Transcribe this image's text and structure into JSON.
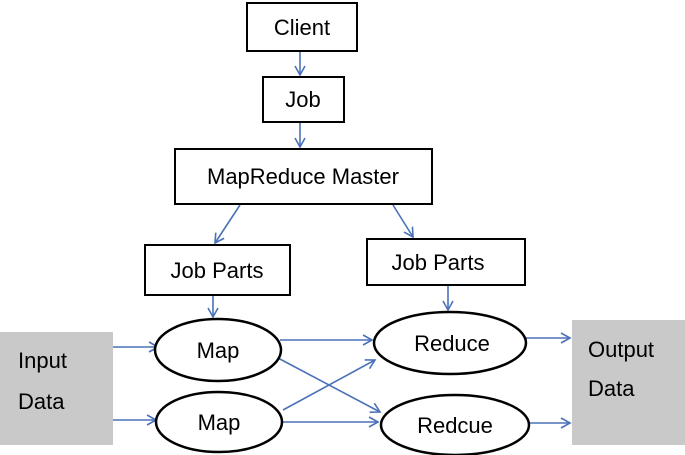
{
  "nodes": {
    "client": "Client",
    "job": "Job",
    "master": "MapReduce Master",
    "job_parts_left": "Job Parts",
    "job_parts_right": "Job Parts",
    "map_top": "Map",
    "map_bottom": "Map",
    "reduce_top": "Reduce",
    "reduce_bottom": "Redcue",
    "input_line1": "Input",
    "input_line2": "Data",
    "output_line1": "Output",
    "output_line2": "Data"
  },
  "colors": {
    "edge": "#4a72b8",
    "data_block": "#c9c9c9",
    "border": "#000000"
  }
}
